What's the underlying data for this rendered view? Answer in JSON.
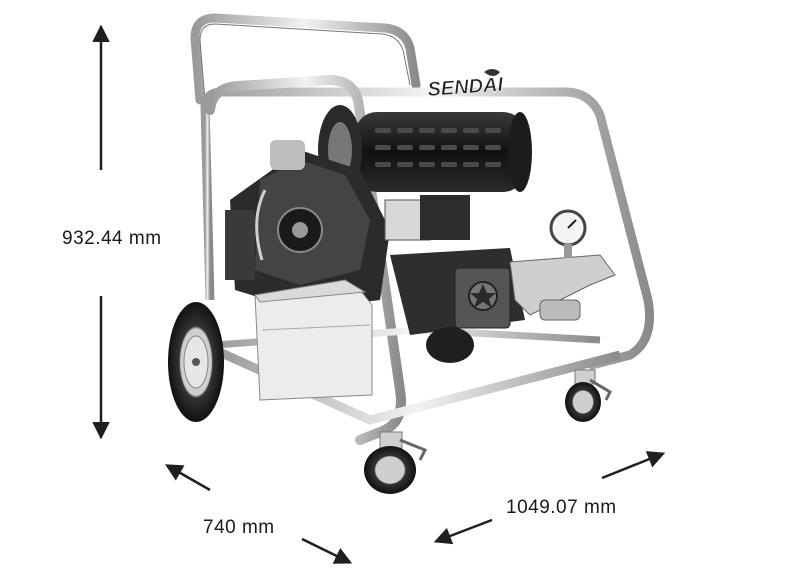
{
  "dimensions": {
    "height_label": "932.44 mm",
    "width_label": "740 mm",
    "depth_label": "1049.07 mm"
  },
  "product": {
    "brand": "SENDAI"
  },
  "colors": {
    "arrow": "#1f1f1f",
    "frame": "#d9d9d9",
    "engine": "#222222",
    "background": "#ffffff"
  }
}
